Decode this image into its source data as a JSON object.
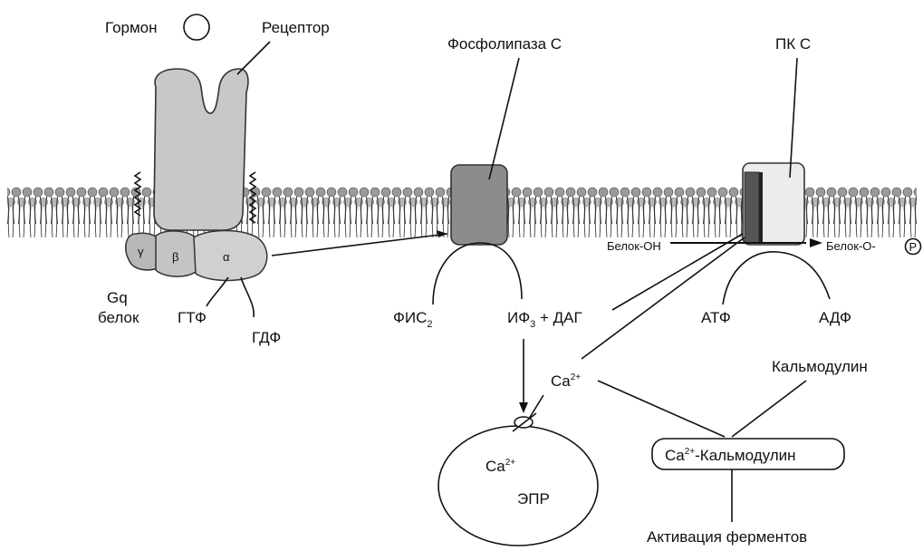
{
  "labels": {
    "hormone": "Гормон",
    "receptor": "Рецептор",
    "phospholipase": "Фосфолипаза С",
    "pkc": "ПК С",
    "gq_line1": "Gq",
    "gq_line2": "белок",
    "subunit_gamma": "γ",
    "subunit_beta": "β",
    "subunit_alpha": "α",
    "gtp": "ГТФ",
    "gdp": "ГДФ",
    "pip2_main": "ФИС",
    "pip2_sub": "2",
    "ip3_main": "ИФ",
    "ip3_sub": "3",
    "ip3_rest": " + ДАГ",
    "atp": "АТФ",
    "adp": "АДФ",
    "protein_oh": "Белок-ОН",
    "protein_p": "Белок-О-",
    "phosphate": "P",
    "ca_main": "Ca",
    "ca_sup": "2+",
    "calmodulin": "Кальмодулин",
    "ca_calmodulin_main": "Ca",
    "ca_calmodulin_sup": "2+",
    "ca_calmodulin_rest": "-Кальмодулин",
    "er_ca_main": "Ca",
    "er_ca_sup": "2+",
    "er": "ЭПР",
    "enzyme_activation": "Активация ферментов"
  },
  "colors": {
    "lipid_head": "#9a9a9a",
    "receptor": "#c8c8c8",
    "enzyme": "#8c8c8c",
    "pkc_light": "#ececec",
    "pkc_dark": "#555555",
    "line": "#111111"
  }
}
